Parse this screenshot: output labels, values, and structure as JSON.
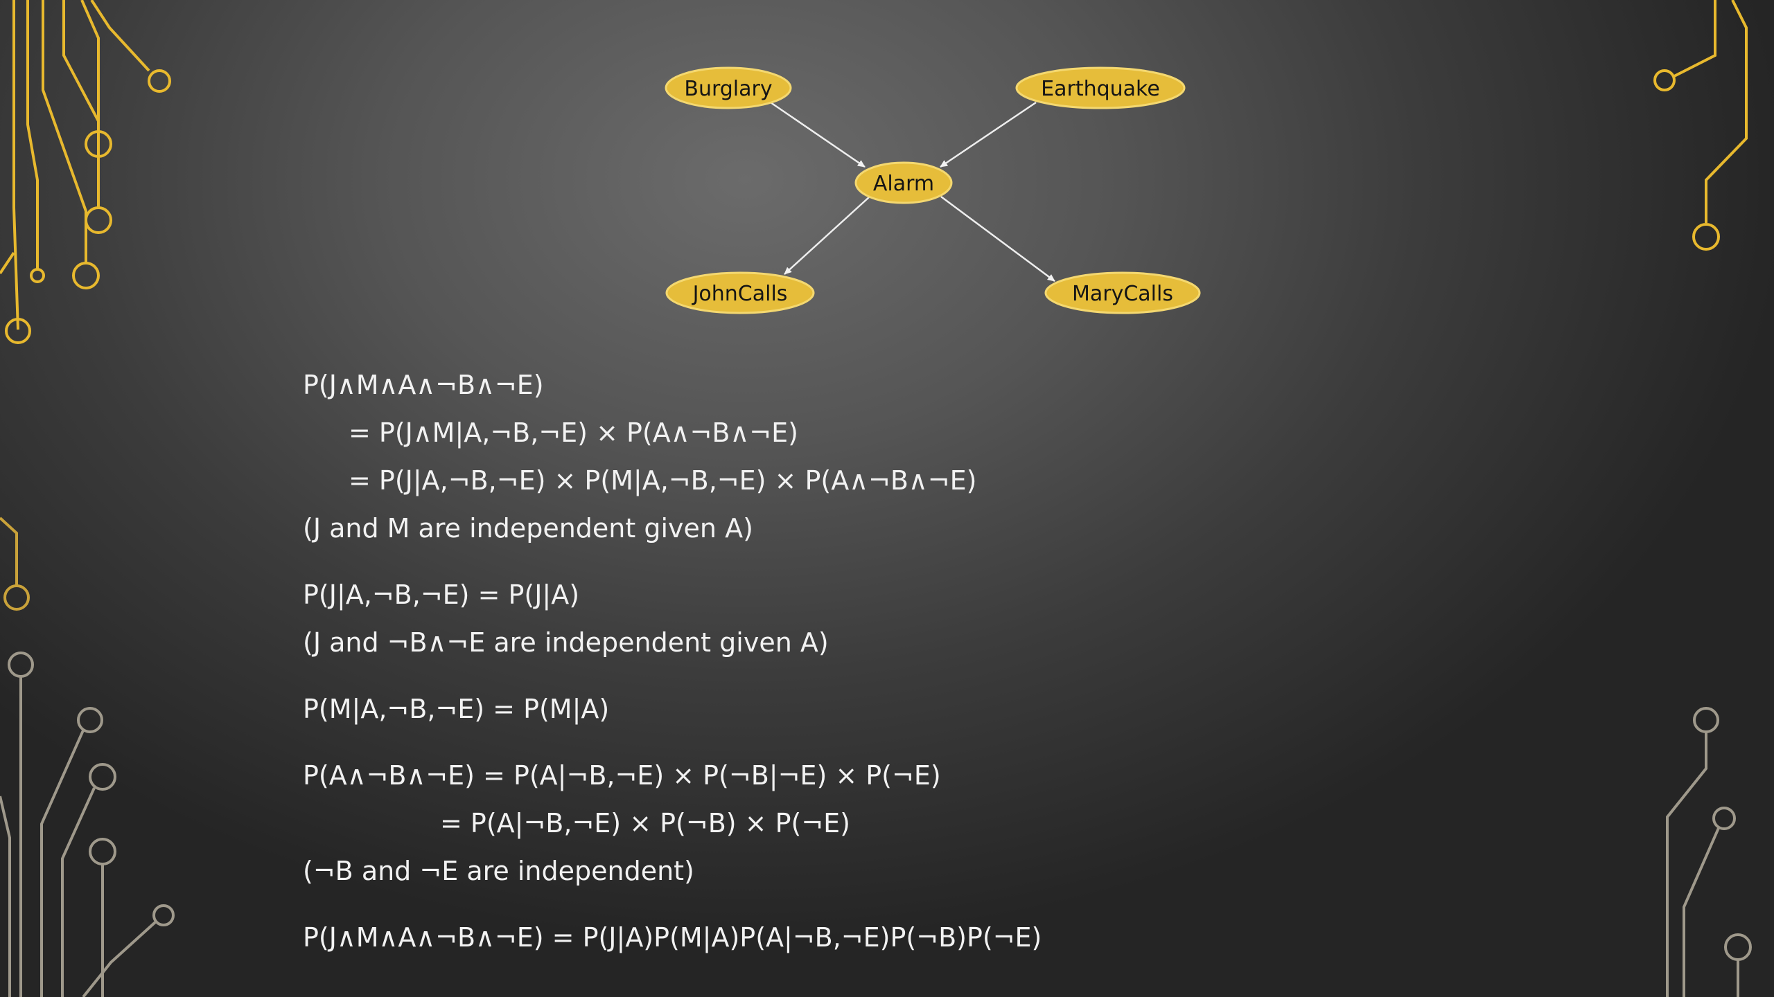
{
  "colors": {
    "node_fill": "#e6bd3a",
    "node_stroke": "#f4d870",
    "circuit_gold": "#e8b92e",
    "circuit_gray": "#a09a8c",
    "text": "#f2f2f2"
  },
  "network": {
    "nodes": {
      "burglary": "Burglary",
      "earthquake": "Earthquake",
      "alarm": "Alarm",
      "johncalls": "JohnCalls",
      "marycalls": "MaryCalls"
    },
    "edges": [
      {
        "from": "Burglary",
        "to": "Alarm"
      },
      {
        "from": "Earthquake",
        "to": "Alarm"
      },
      {
        "from": "Alarm",
        "to": "JohnCalls"
      },
      {
        "from": "Alarm",
        "to": "MaryCalls"
      }
    ]
  },
  "derivation": {
    "l1": "P(J∧M∧A∧¬B∧¬E)",
    "l2": "= P(J∧M|A,¬B,¬E) × P(A∧¬B∧¬E)",
    "l3": "= P(J|A,¬B,¬E) × P(M|A,¬B,¬E) × P(A∧¬B∧¬E)",
    "l4": "(J and M are independent given A)",
    "l5": "P(J|A,¬B,¬E) = P(J|A)",
    "l6": "(J and ¬B∧¬E are independent given A)",
    "l7": "P(M|A,¬B,¬E) = P(M|A)",
    "l8": "P(A∧¬B∧¬E) = P(A|¬B,¬E) × P(¬B|¬E) × P(¬E)",
    "l9": "= P(A|¬B,¬E) × P(¬B) × P(¬E)",
    "l10": "(¬B and ¬E are independent)",
    "l11": "P(J∧M∧A∧¬B∧¬E) = P(J|A)P(M|A)P(A|¬B,¬E)P(¬B)P(¬E)"
  }
}
